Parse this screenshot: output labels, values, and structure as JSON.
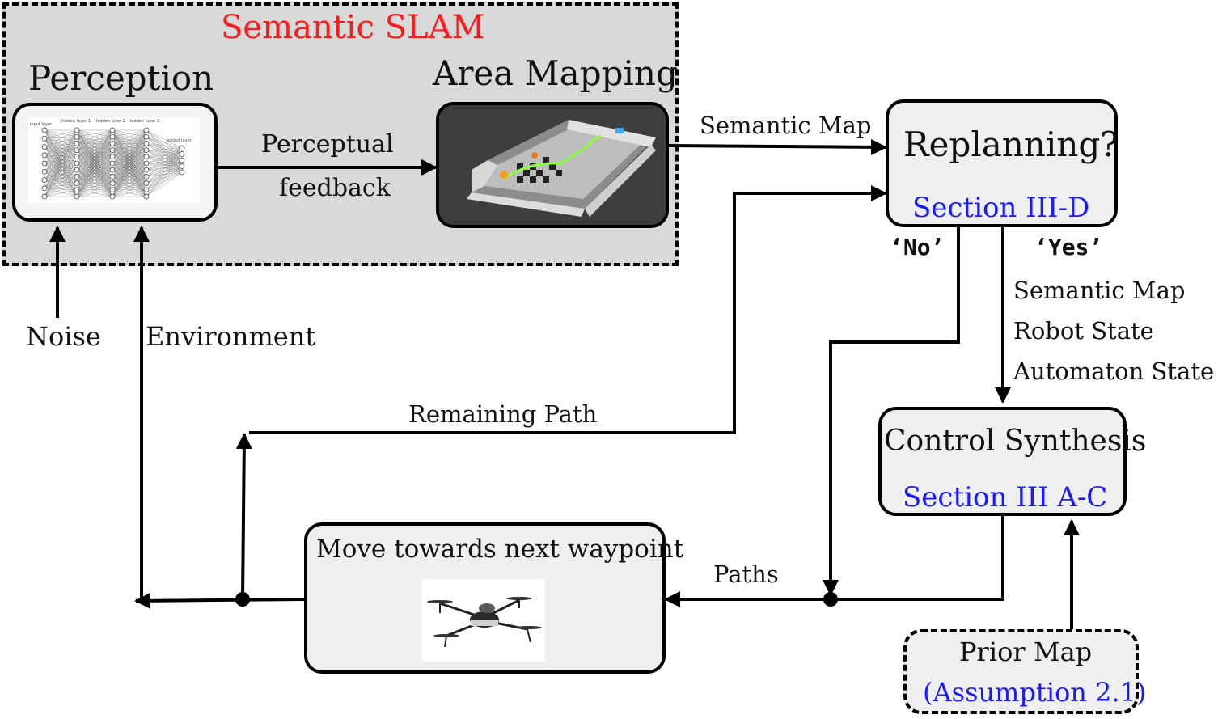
{
  "slam": {
    "title": "Semantic SLAM",
    "perception_label": "Perception",
    "area_mapping_label": "Area Mapping",
    "nn_layers": [
      "input layer",
      "hidden layer 1",
      "hidden layer 2",
      "hidden layer 3",
      "output layer"
    ]
  },
  "edges": {
    "perceptual": "Perceptual",
    "feedback": "feedback",
    "semantic_map": "Semantic Map",
    "no": "‘No’",
    "yes": "‘Yes’",
    "inputs": [
      "Semantic Map",
      "Robot State",
      "Automaton State"
    ],
    "remaining_path": "Remaining Path",
    "paths": "Paths",
    "noise": "Noise",
    "environment": "Environment"
  },
  "replanning": {
    "title": "Replanning?",
    "section": "Section III-D"
  },
  "control": {
    "title": "Control Synthesis",
    "section": "Section III A-C"
  },
  "move": {
    "title": "Move towards next waypoint"
  },
  "prior": {
    "title": "Prior Map",
    "assumption": "(Assumption 2.1)"
  },
  "colors": {
    "slam_bg": "#d9d9d9",
    "box_bg": "#efefef",
    "accent_blue": "#1a1aff",
    "accent_red": "#ff1a1a"
  }
}
